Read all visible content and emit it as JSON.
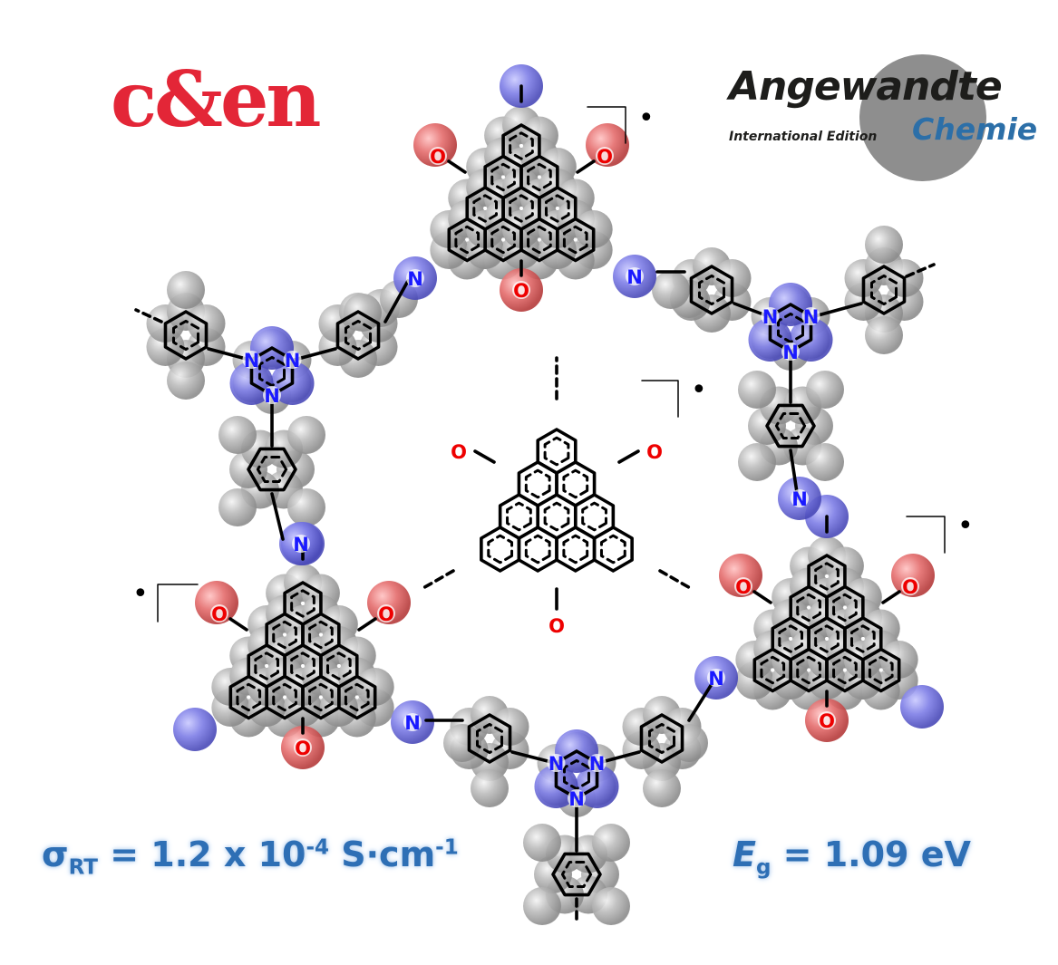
{
  "logos": {
    "cen": "c&en",
    "angewandte_title": "Angewandte",
    "angewandte_edition": "International Edition",
    "angewandte_chemie": "Chemie"
  },
  "colors": {
    "cen_red": "#e32637",
    "angewandte_blue": "#2c6fa8",
    "formula_blue": "#2e6fb5",
    "carbon_sphere": "#b3b3b3",
    "nitrogen_sphere": "#7b7be8",
    "oxygen_sphere": "#e36b6b",
    "nitrogen_label": "#1a1aff",
    "oxygen_label": "#ee0000",
    "bond": "#000000"
  },
  "atoms": {
    "nitrogen": "N",
    "oxygen": "O"
  },
  "radical_dot": "•",
  "conductivity": {
    "symbol": "σ",
    "subscript": "RT",
    "equals_value": " = 1.2 x 10",
    "exponent": "-4",
    "unit": " S·cm",
    "unit_exponent": "-1"
  },
  "band_gap": {
    "symbol": "E",
    "subscript": "g",
    "equals_value": " = 1.09 eV"
  },
  "icons": [
    "molecular-framework-diagram",
    "radical-bracket-icon"
  ]
}
